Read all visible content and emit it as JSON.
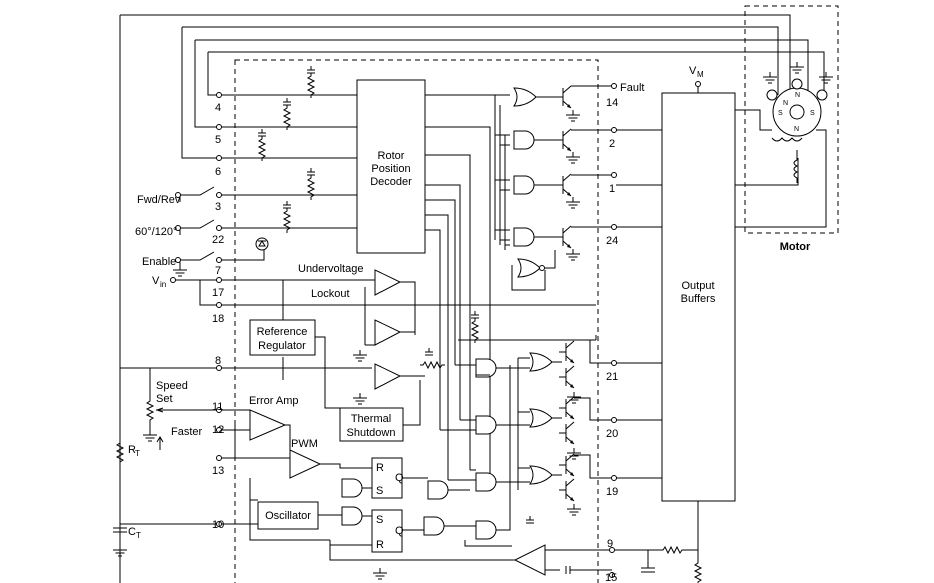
{
  "blocks": {
    "rotor_decoder": [
      "Rotor",
      "Position",
      "Decoder"
    ],
    "output_buffers": [
      "Output",
      "Buffers"
    ],
    "reference_regulator": [
      "Reference",
      "Regulator"
    ],
    "thermal_shutdown": [
      "Thermal",
      "Shutdown"
    ],
    "oscillator": "Oscillator",
    "error_amp": "Error Amp",
    "pwm": "PWM",
    "undervoltage": "Undervoltage",
    "lockout": "Lockout",
    "ff_r": "R",
    "ff_s": "S",
    "ff_q": "Q"
  },
  "inputs": {
    "fwd_rev": "Fwd/Rev",
    "sixty_onetwenty": "60°/120°",
    "enable": "Enable",
    "vin_main": "V",
    "vin_sub": "in",
    "speed_set": [
      "Speed",
      "Set"
    ],
    "faster": "Faster",
    "rt_main": "R",
    "rt_sub": "T",
    "ct_main": "C",
    "ct_sub": "T"
  },
  "outputs": {
    "fault": "Fault",
    "vm_main": "V",
    "vm_sub": "M",
    "motor": "Motor"
  },
  "motor_poles": {
    "n1": "N",
    "s1": "S",
    "n2": "N",
    "s2": "S",
    "n3": "N"
  },
  "pins": [
    "4",
    "5",
    "6",
    "3",
    "22",
    "7",
    "17",
    "18",
    "8",
    "11",
    "12",
    "13",
    "10",
    "14",
    "2",
    "1",
    "24",
    "21",
    "20",
    "19",
    "9",
    "15"
  ]
}
